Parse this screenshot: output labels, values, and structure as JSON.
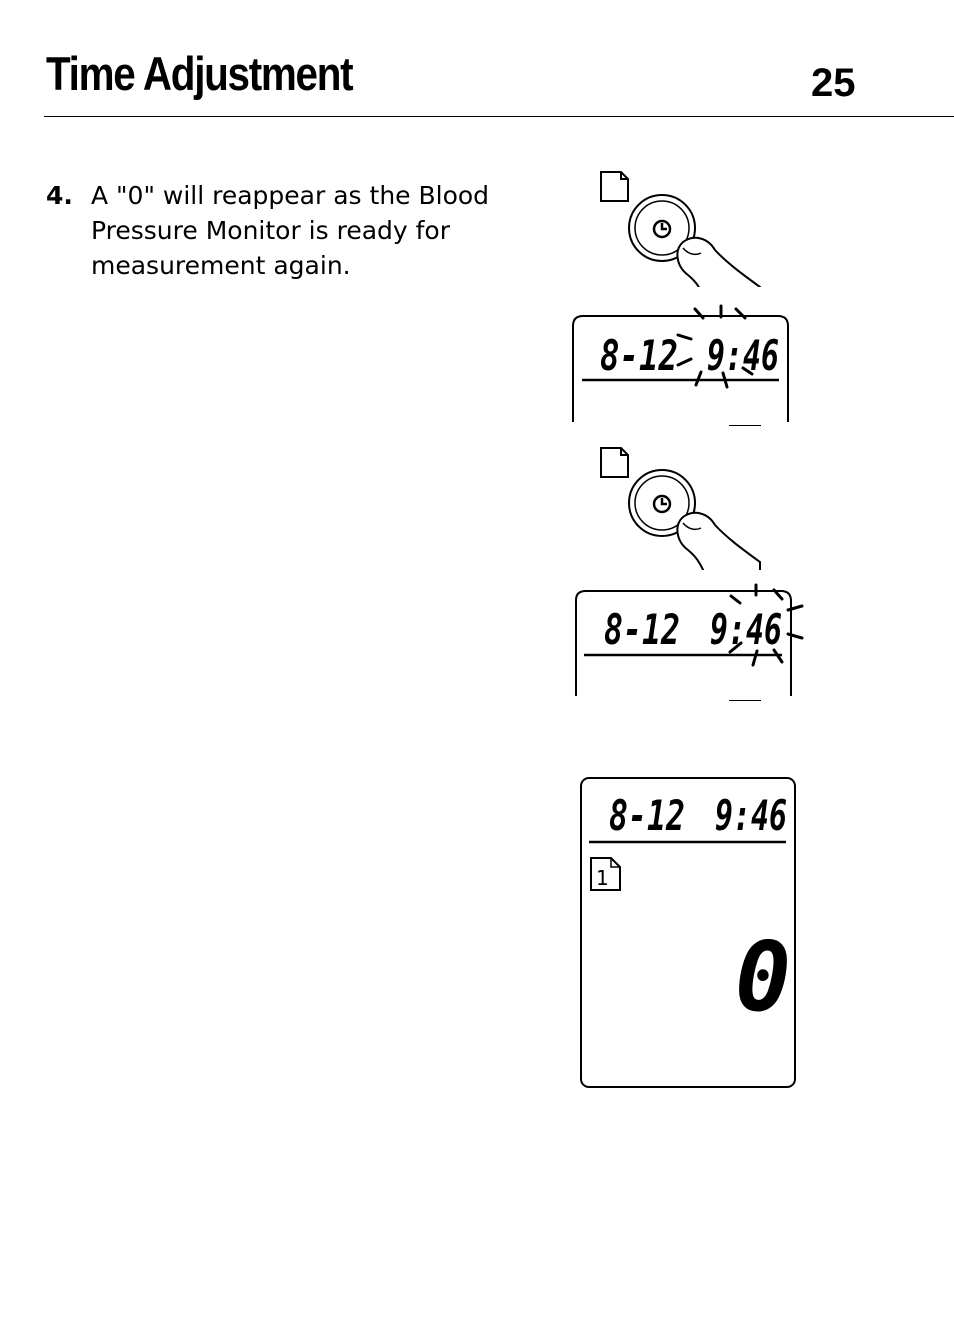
{
  "header": {
    "title": "Time Adjustment",
    "page_number": "25"
  },
  "step": {
    "number": "4.",
    "text": "A \"0\" will reappear as the Blood Pressure Monitor is ready for measurement again."
  },
  "illustrations": {
    "panel1": {
      "date": "8-12",
      "time": "9:46"
    },
    "panel2": {
      "date": "8-12",
      "time": "9:46"
    },
    "panel3": {
      "date": "8-12",
      "time": "9:46",
      "memory": "1",
      "reading": "0"
    }
  }
}
